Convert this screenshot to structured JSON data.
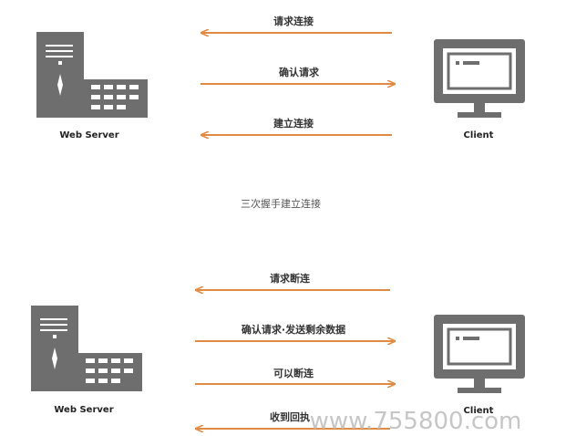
{
  "colors": {
    "arrow": "#e08a44",
    "device": "#6e6e6e",
    "device_light": "#ffffff"
  },
  "handshake": {
    "server_label": "Web Server",
    "client_label": "Client",
    "arrows": [
      {
        "label": "请求连接",
        "direction": "to-server"
      },
      {
        "label": "确认请求",
        "direction": "to-client"
      },
      {
        "label": "建立连接",
        "direction": "to-server"
      }
    ],
    "caption": "三次握手建立连接"
  },
  "disconnect": {
    "server_label": "Web Server",
    "client_label": "Client",
    "arrows": [
      {
        "label": "请求断连",
        "direction": "to-server"
      },
      {
        "label": "确认请求·发送剩余数据",
        "direction": "to-client"
      },
      {
        "label": "可以断连",
        "direction": "to-client"
      },
      {
        "label": "收到回执",
        "direction": "to-server"
      }
    ]
  },
  "watermark": "www.755800.com"
}
